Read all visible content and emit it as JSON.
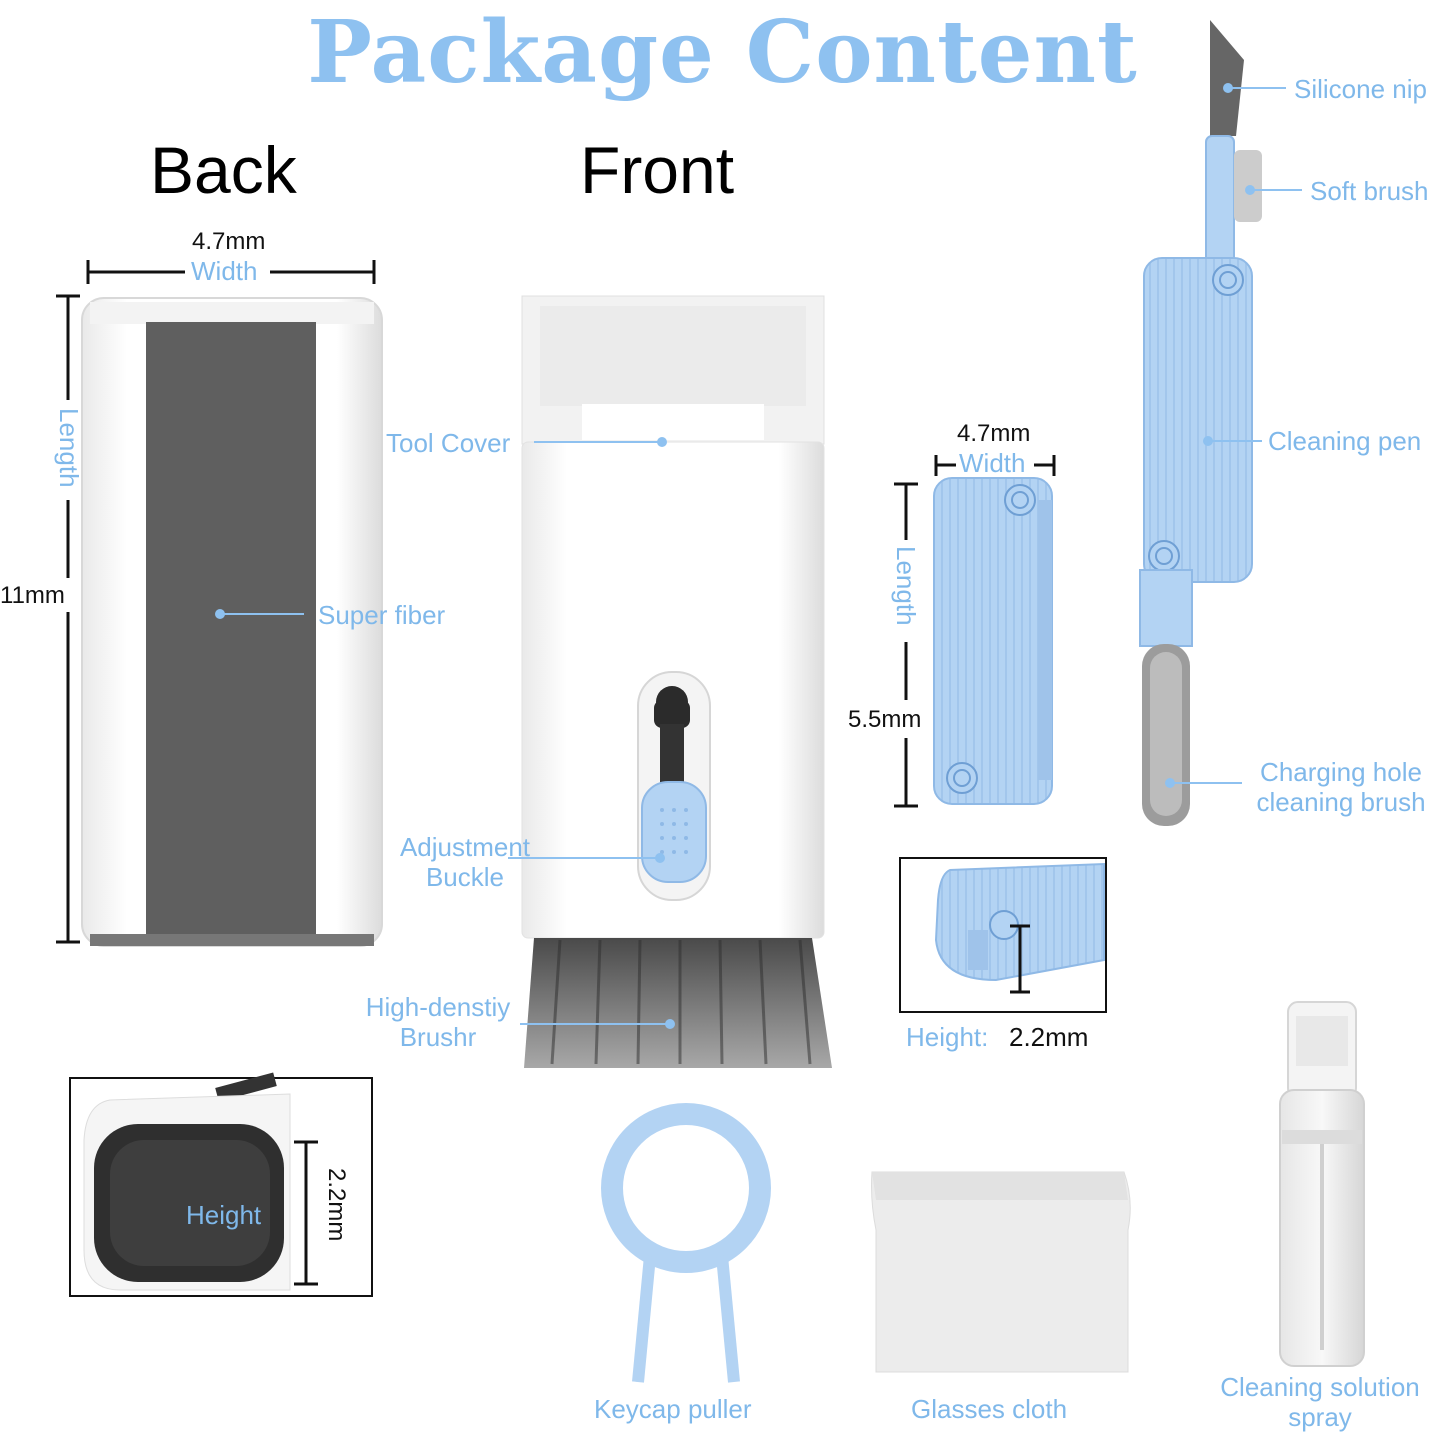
{
  "title": "Package Content",
  "headings": {
    "back": "Back",
    "front": "Front"
  },
  "back": {
    "width_value": "4.7mm",
    "width_label": "Width",
    "length_label": "Length",
    "length_value": "11mm",
    "super_fiber": "Super fiber"
  },
  "front": {
    "tool_cover": "Tool Cover",
    "adjustment_buckle_1": "Adjustment",
    "adjustment_buckle_2": "Buckle",
    "brush_1": "High-denstiy",
    "brush_2": "Brushr"
  },
  "pen": {
    "silicone_nip": "Silicone nip",
    "soft_brush": "Soft brush",
    "cleaning_pen": "Cleaning pen",
    "charging_1": "Charging hole",
    "charging_2": "cleaning brush"
  },
  "folded_pen": {
    "width_value": "4.7mm",
    "width_label": "Width",
    "length_label": "Length",
    "length_value": "5.5mm",
    "height_label": "Height:",
    "height_value": "2.2mm"
  },
  "inset_back": {
    "height_label": "Height",
    "height_value": "2.2mm"
  },
  "items": {
    "keycap_puller": "Keycap puller",
    "glasses_cloth": "Glasses cloth",
    "spray_1": "Cleaning solution",
    "spray_2": "spray"
  },
  "colors": {
    "accent_blue": "#8ec1f0",
    "label_blue": "#7fb8ea",
    "part_blue": "#b3d3f3"
  }
}
